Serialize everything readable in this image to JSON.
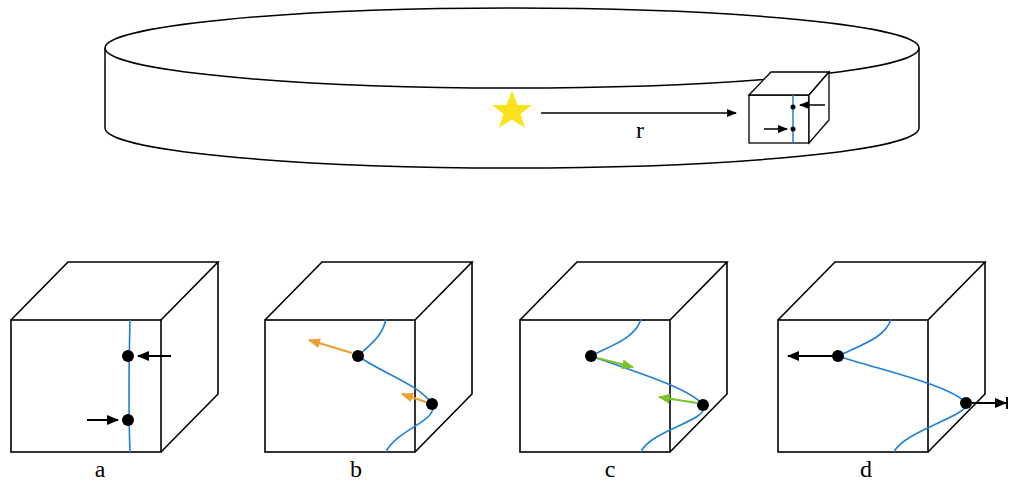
{
  "diagram": {
    "labels": [
      "r",
      "a",
      "b",
      "c",
      "d"
    ]
  }
}
